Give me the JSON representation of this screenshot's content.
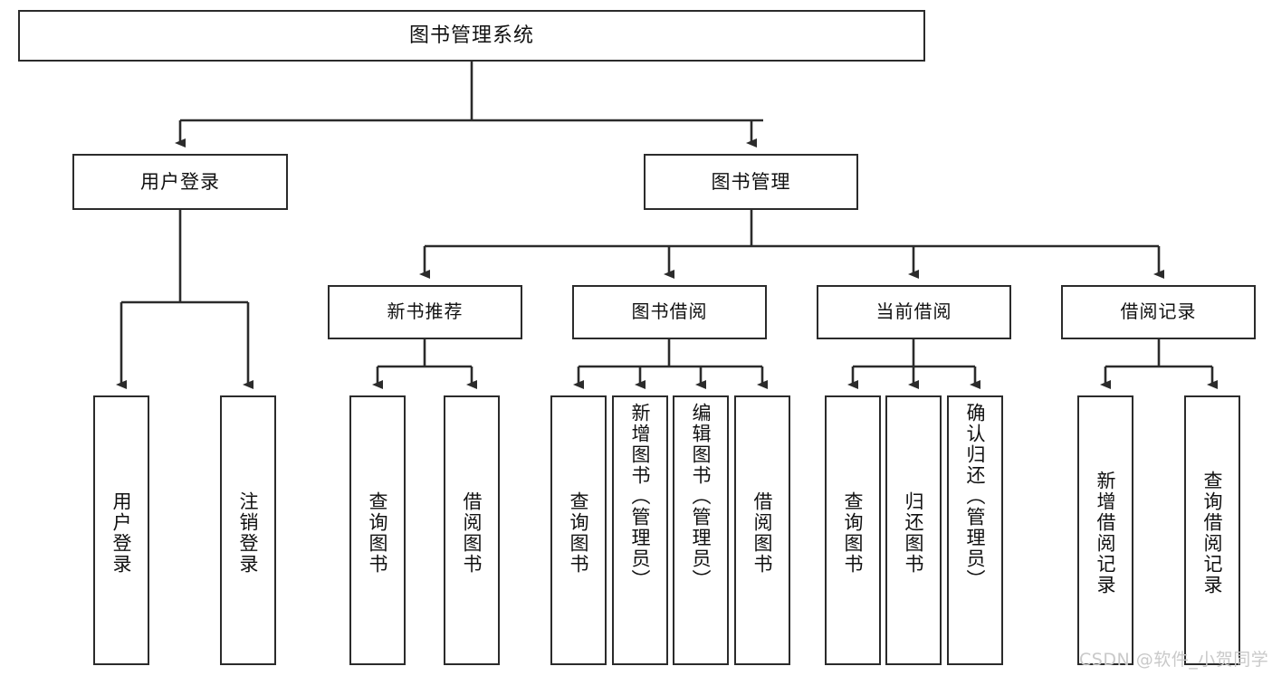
{
  "diagram": {
    "title": "图书管理系统",
    "type": "tree-hierarchy-chart",
    "root": {
      "label": "图书管理系统"
    },
    "level1": [
      {
        "label": "用户登录"
      },
      {
        "label": "图书管理"
      }
    ],
    "level2": [
      {
        "label": "新书推荐"
      },
      {
        "label": "图书借阅"
      },
      {
        "label": "当前借阅"
      },
      {
        "label": "借阅记录"
      }
    ],
    "leaves": {
      "user_login": [
        {
          "label": "用户登录"
        },
        {
          "label": "注销登录"
        }
      ],
      "new_book_recommend": [
        {
          "label": "查询图书"
        },
        {
          "label": "借阅图书"
        }
      ],
      "book_borrow": [
        {
          "label": "查询图书"
        },
        {
          "label": "新增图书（管理员）"
        },
        {
          "label": "编辑图书（管理员）"
        },
        {
          "label": "借阅图书"
        }
      ],
      "current_borrow": [
        {
          "label": "查询图书"
        },
        {
          "label": "归还图书"
        },
        {
          "label": "确认归还（管理员）"
        }
      ],
      "borrow_record": [
        {
          "label": "新增借阅记录"
        },
        {
          "label": "查询借阅记录"
        }
      ]
    }
  },
  "watermark": {
    "text": "CSDN @软件_小贺同学",
    "color": "#c9c9c9"
  },
  "colors": {
    "stroke": "#2b2b2b",
    "background": "#ffffff",
    "text": "#111111"
  }
}
